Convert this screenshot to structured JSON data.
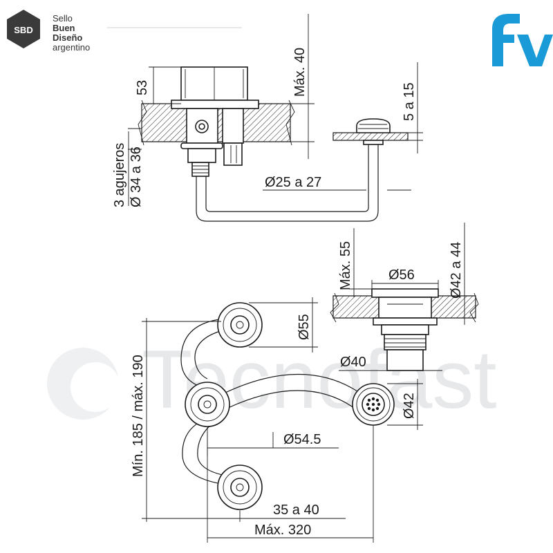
{
  "badge": {
    "code": "SBD",
    "line1": "Sello",
    "line2": "Buen",
    "line3": "Diseño",
    "line4": "argentino"
  },
  "brand": {
    "logo_text": "fv",
    "color": "#1a9ad6"
  },
  "watermark": {
    "text": "Tecnofast"
  },
  "dimensions": {
    "height_53": "53",
    "max_40": "Máx. 40",
    "range_5_15": "5 a 15",
    "holes_line1": "3 agujeros",
    "holes_line2": "Ø 34 a 36",
    "diam_25_27": "Ø25 a 27",
    "max_55": "Máx. 55",
    "diam_56": "Ø56",
    "diam_42_44": "Ø42 a 44",
    "diam_55": "Ø55",
    "diam_40": "Ø40",
    "diam_42": "Ø42",
    "diam_54_5": "Ø54.5",
    "min_max_185_190": "Mín. 185 / máx. 190",
    "range_35_40": "35 a 40",
    "max_320": "Máx. 320"
  },
  "colors": {
    "line": "#1a1a1a",
    "accent": "#1a9ad6",
    "watermark": "#e6e8ea"
  }
}
